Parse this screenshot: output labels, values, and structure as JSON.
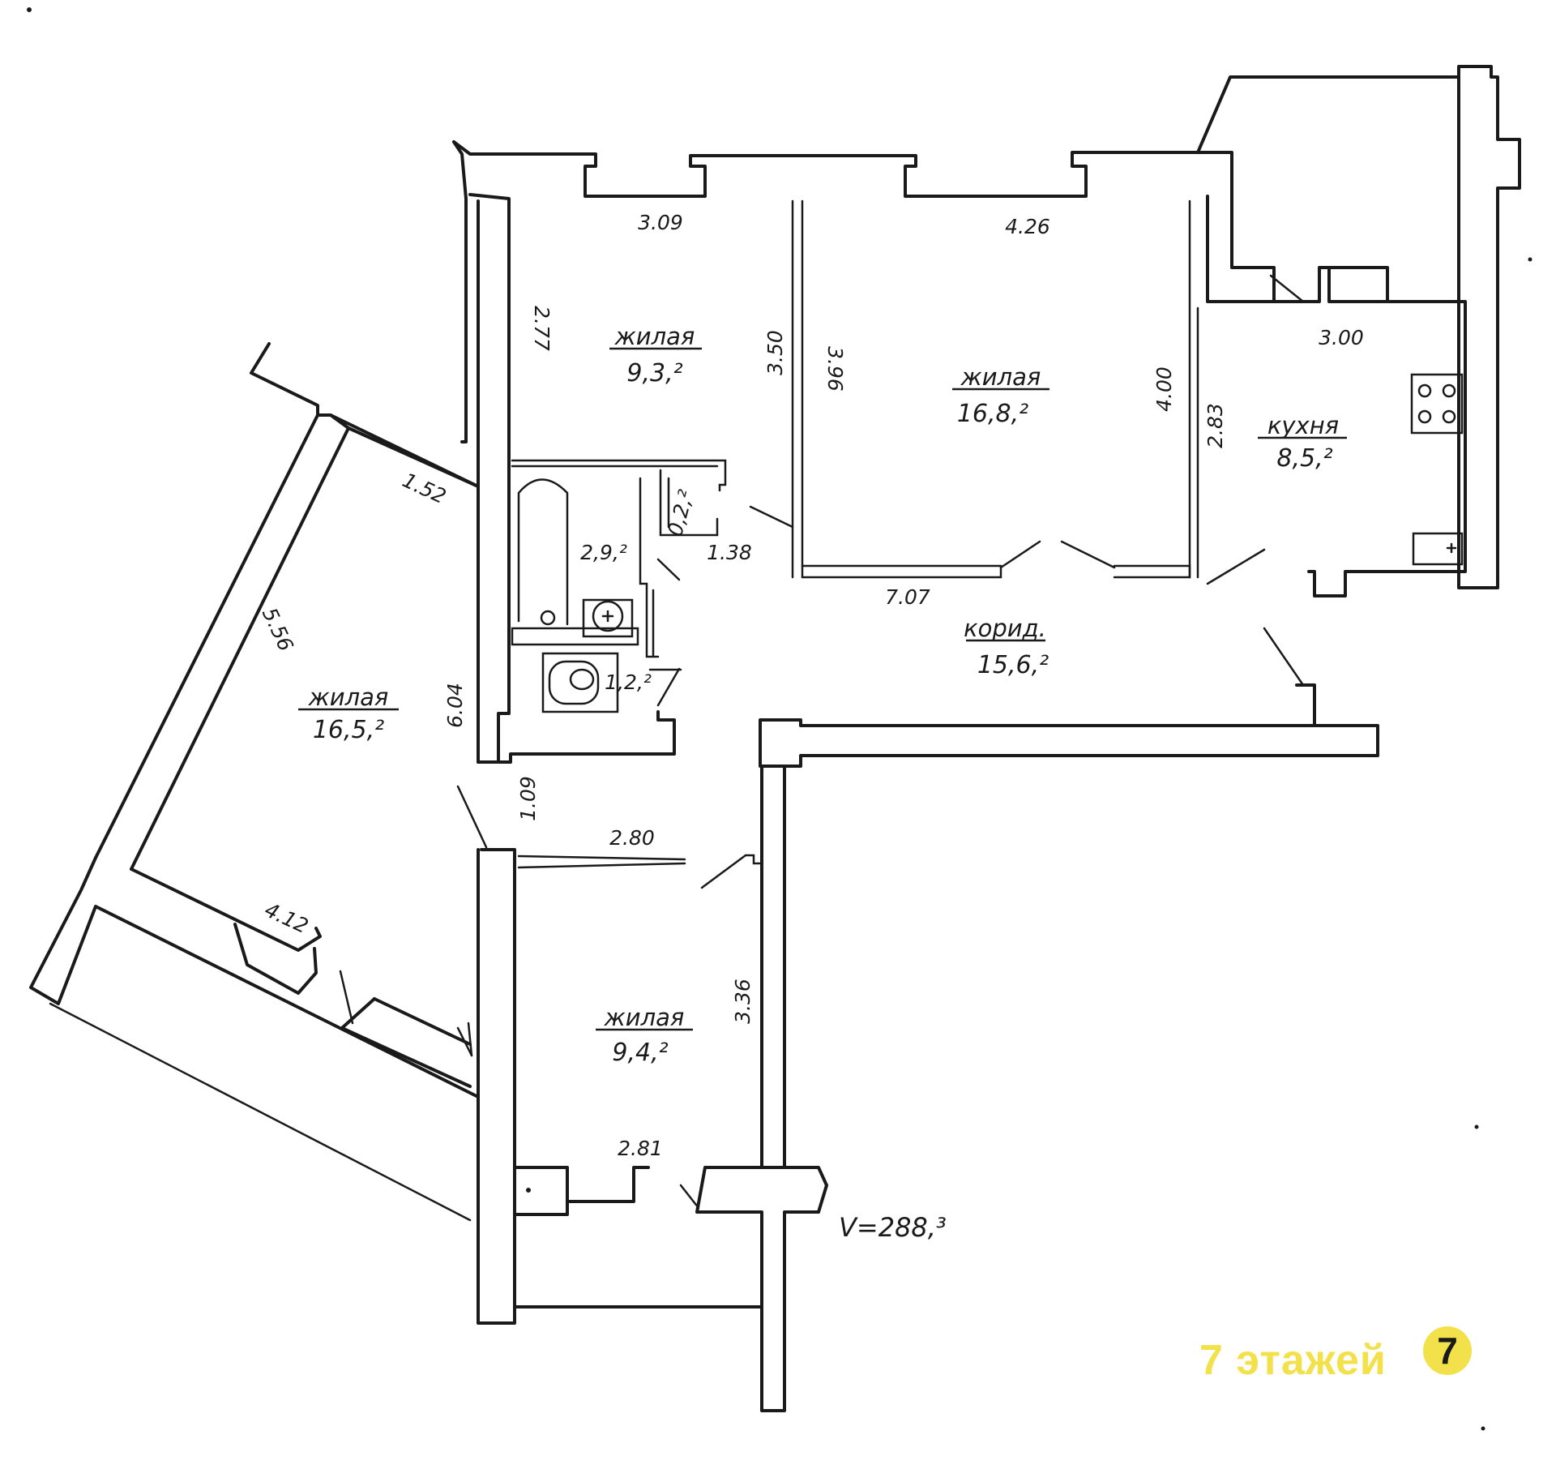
{
  "plan": {
    "rooms": [
      {
        "id": "room-top-left",
        "label": "жилая",
        "area": "9,3,²"
      },
      {
        "id": "room-top-center",
        "label": "жилая",
        "area": "16,8,²"
      },
      {
        "id": "kitchen",
        "label": "кухня",
        "area": "8,5,²"
      },
      {
        "id": "corridor",
        "label": "корид.",
        "area": "15,6,²"
      },
      {
        "id": "room-left",
        "label": "жилая",
        "area": "16,5,²"
      },
      {
        "id": "room-bottom",
        "label": "жилая",
        "area": "9,4,²"
      }
    ],
    "small_areas": {
      "bath": "2,9,²",
      "closet": "0,2,²",
      "toilet": "1,2,²"
    },
    "dimensions": {
      "d309": "3.09",
      "d426": "4.26",
      "d300": "3.00",
      "d277": "2.77",
      "d350": "3.50",
      "d396": "3.96",
      "d400": "4.00",
      "d283": "2.83",
      "d152": "1.52",
      "d138": "1.38",
      "d707": "7.07",
      "d556": "5.56",
      "d604": "6.04",
      "d109": "1.09",
      "d280": "2.80",
      "d412": "4.12",
      "d336": "3.36",
      "d281": "2.81"
    },
    "volume": "V=288,³"
  },
  "watermark": {
    "text": "7 этажей",
    "logo_glyph": "7",
    "color": "#f2e14b"
  }
}
